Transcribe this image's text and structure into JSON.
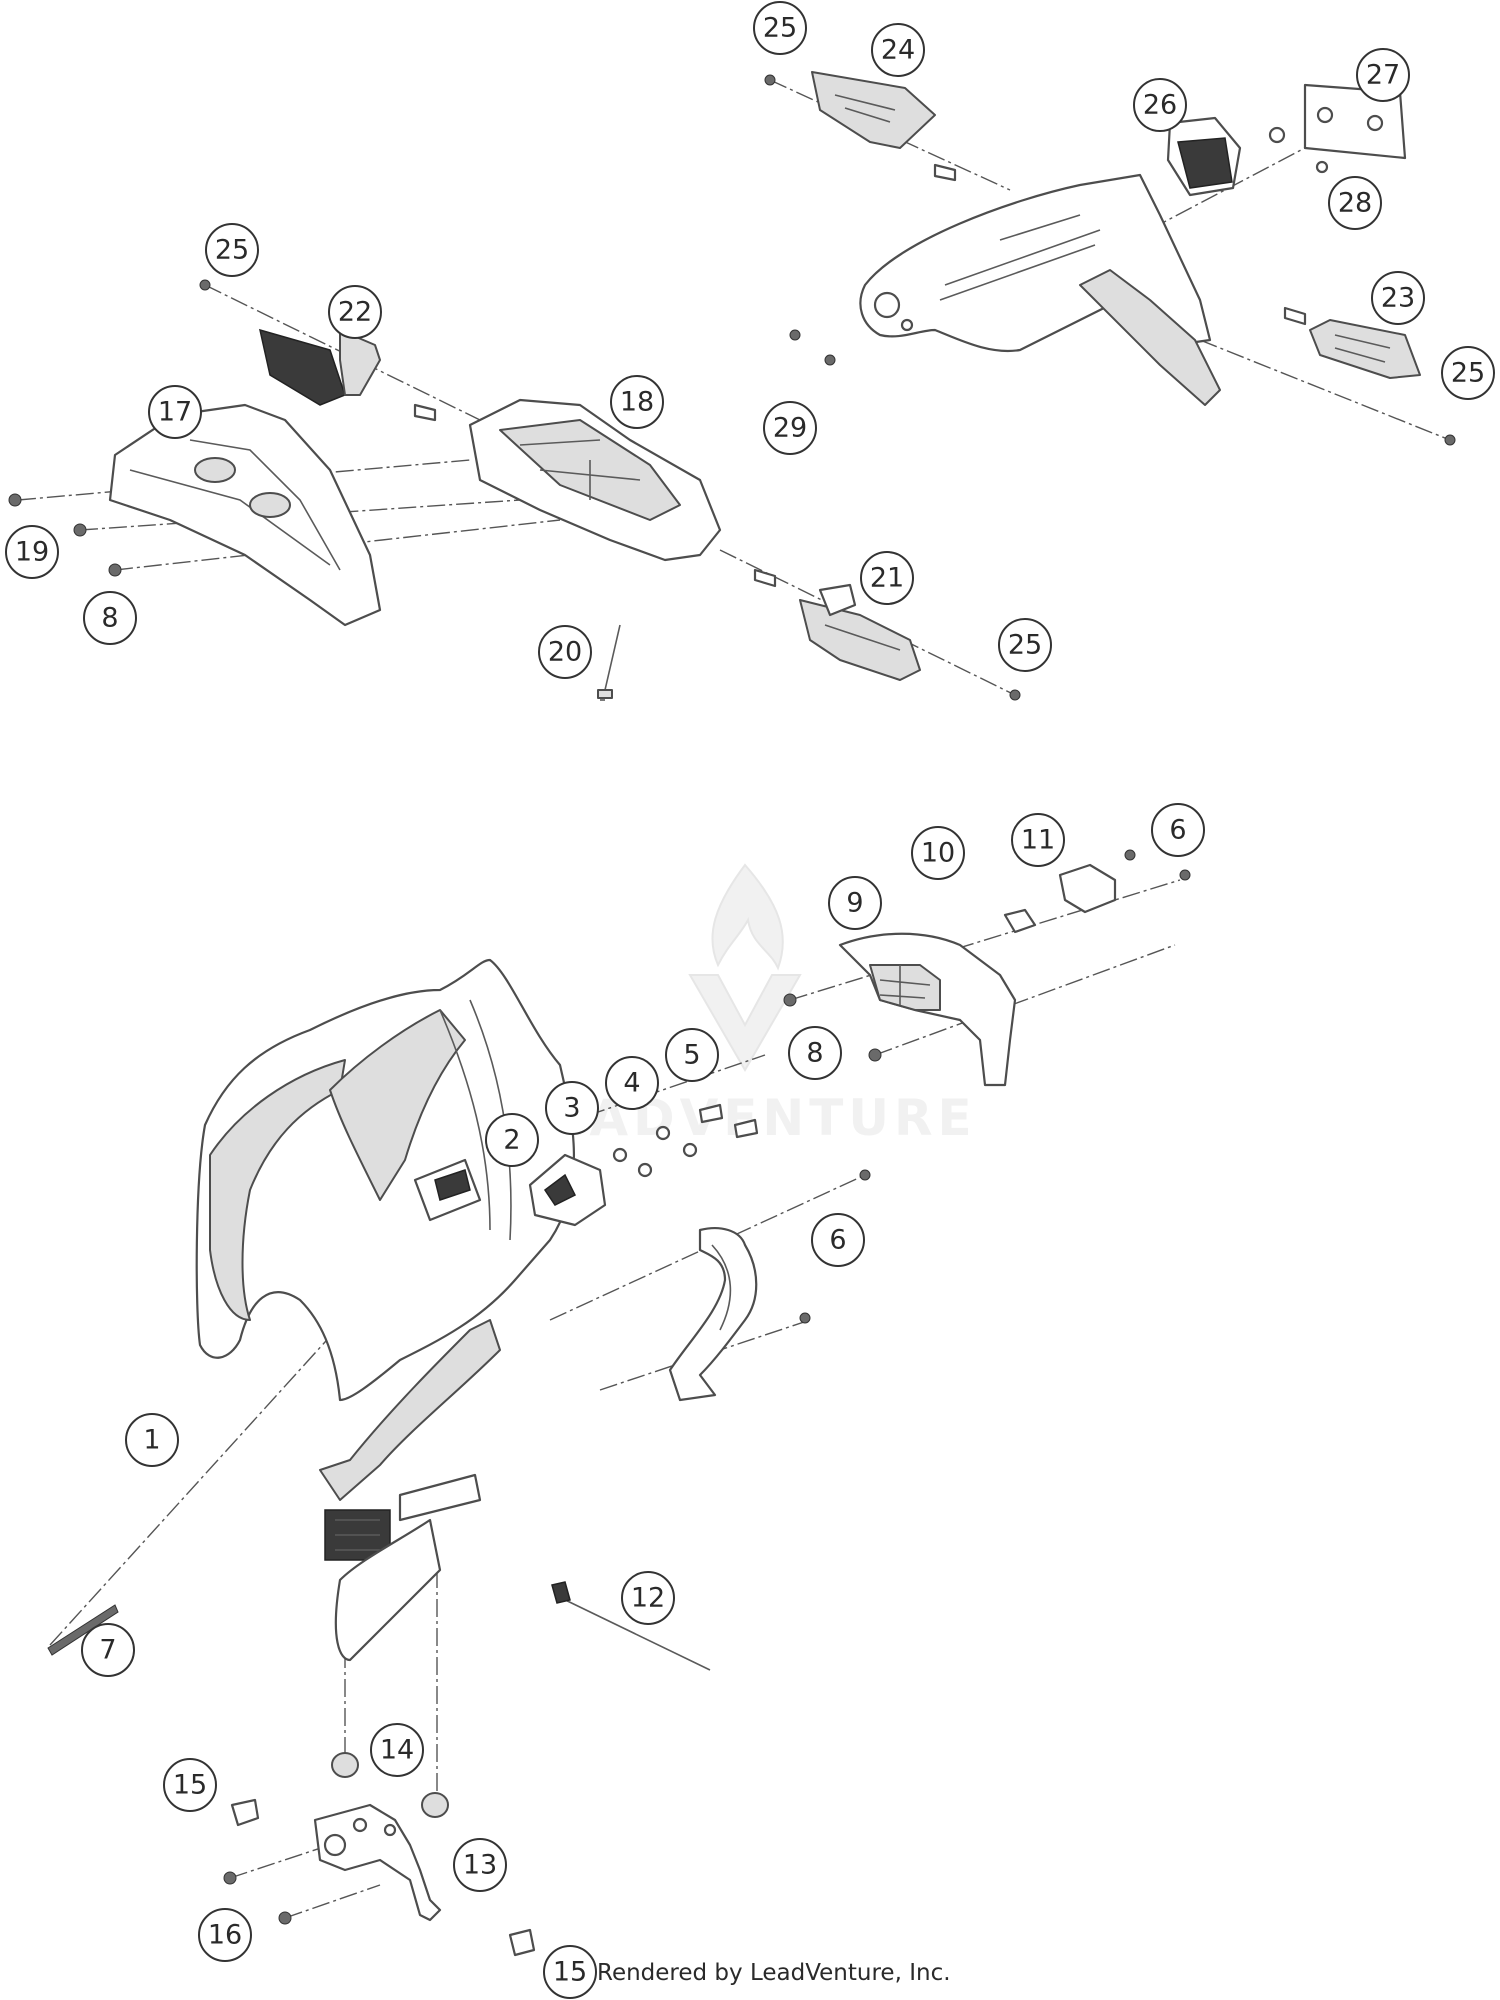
{
  "callouts": [
    "1",
    "2",
    "3",
    "4",
    "5",
    "6",
    "6",
    "7",
    "8",
    "8",
    "9",
    "10",
    "11",
    "12",
    "13",
    "14",
    "15",
    "15",
    "16",
    "17",
    "18",
    "19",
    "20",
    "21",
    "22",
    "23",
    "24",
    "25",
    "25",
    "25",
    "25",
    "26",
    "27",
    "28",
    "29"
  ],
  "watermark": "LEADVENTURE",
  "credit": "Rendered by LeadVenture, Inc."
}
